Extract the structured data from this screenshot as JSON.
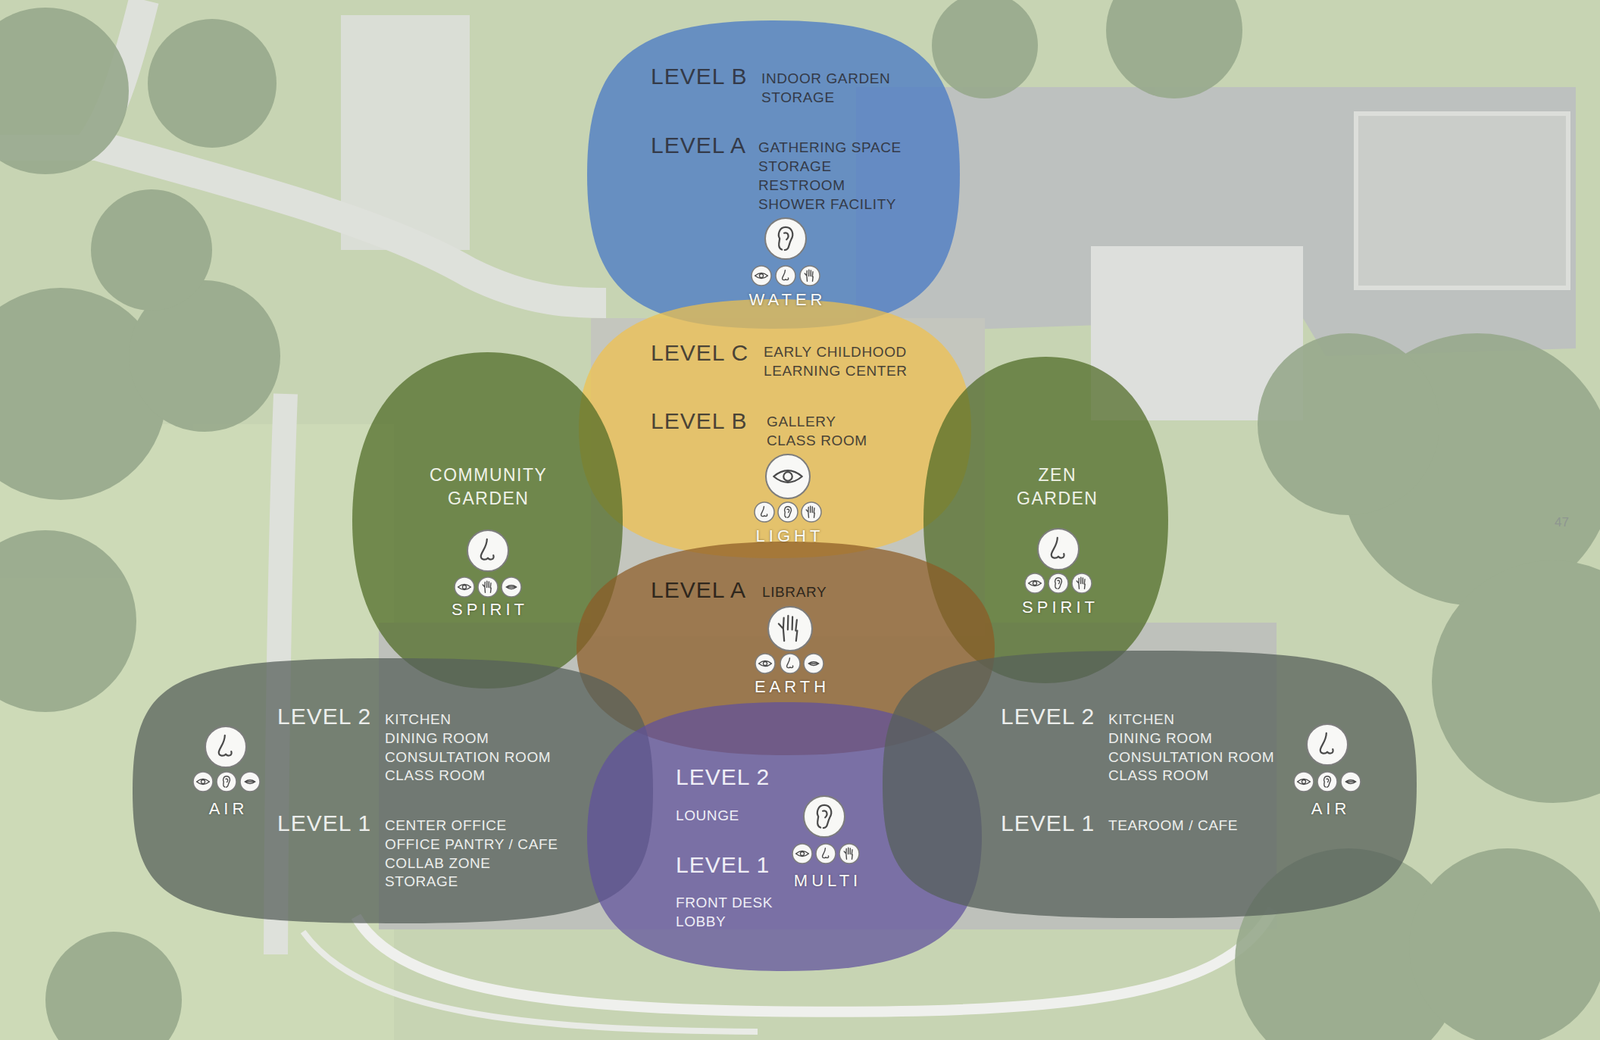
{
  "diagram": {
    "nodes": [
      {
        "text": [
          "LEVEL B",
          "INDOOR GARDEN",
          "STORAGE",
          "LEVEL A",
          "GATHERING SPACE",
          "STORAGE",
          "RESTROOM",
          "SHOWER FACILITY",
          "WATER"
        ]
      },
      {
        "text": [
          "LEVEL C",
          "EARLY CHILDHOOD LEARNING CENTER",
          "LEVEL B",
          "GALLERY",
          "CLASS ROOM",
          "LIGHT"
        ]
      },
      {
        "text": [
          "COMMUNITY GARDEN",
          "SPIRIT"
        ]
      },
      {
        "text": [
          "ZEN GARDEN",
          "SPIRIT"
        ]
      },
      {
        "text": [
          "LEVEL A",
          "LIBRARY",
          "EARTH"
        ]
      },
      {
        "text": [
          "LEVEL 2",
          "KITCHEN",
          "DINING ROOM",
          "CONSULTATION ROOM",
          "CLASS ROOM",
          "LEVEL 1",
          "CENTER OFFICE",
          "OFFICE PANTRY / CAFE",
          "COLLAB ZONE",
          "STORAGE",
          "AIR"
        ]
      },
      {
        "text": [
          "LEVEL 2",
          "LOUNGE",
          "LEVEL 1",
          "FRONT DESK",
          "LOBBY",
          "MULTI"
        ]
      },
      {
        "text": [
          "LEVEL 2",
          "KITCHEN",
          "DINING ROOM",
          "CONSULTATION ROOM",
          "CLASS ROOM",
          "LEVEL 1",
          "TEAROOM / CAFE",
          "AIR"
        ]
      }
    ],
    "labels": [
      "47"
    ]
  }
}
